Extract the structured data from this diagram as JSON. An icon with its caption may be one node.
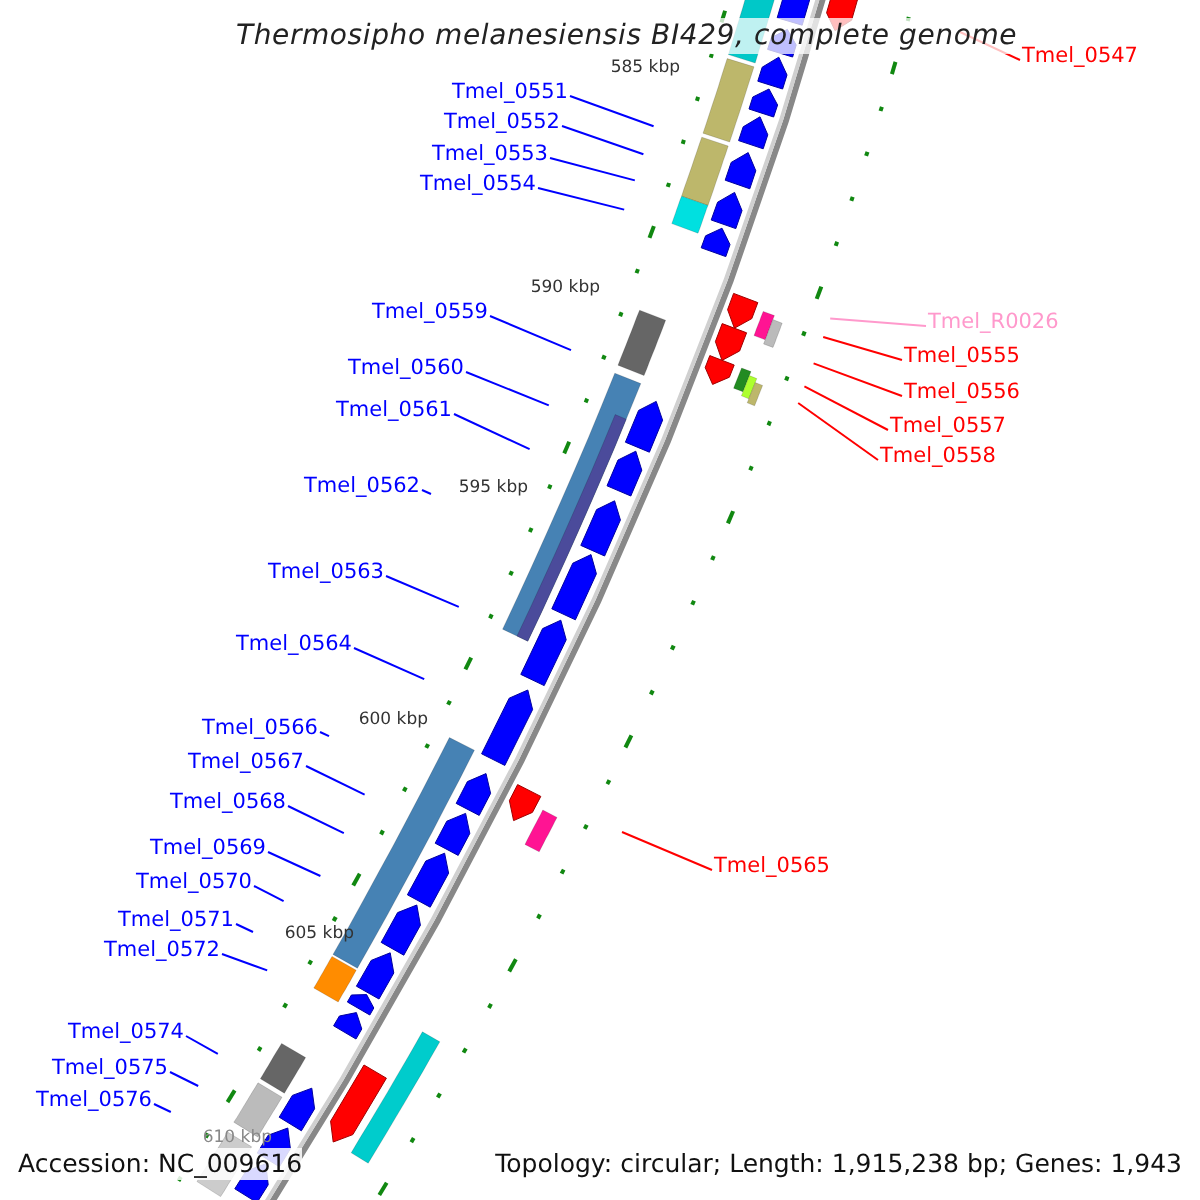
{
  "diagram": {
    "title": "Thermosipho melanesiensis BI429, complete genome",
    "nodes": [
      {
        "text": [
          "Tmel_0547"
        ]
      },
      {
        "text": [
          "Tmel_0551"
        ]
      },
      {
        "text": [
          "Tmel_0552"
        ]
      },
      {
        "text": [
          "Tmel_0553"
        ]
      },
      {
        "text": [
          "Tmel_0554"
        ]
      },
      {
        "text": [
          "Tmel_0559"
        ]
      },
      {
        "text": [
          "Tmel_R0026"
        ]
      },
      {
        "text": [
          "Tmel_0555"
        ]
      },
      {
        "text": [
          "Tmel_0556"
        ]
      },
      {
        "text": [
          "Tmel_0557"
        ]
      },
      {
        "text": [
          "Tmel_0558"
        ]
      },
      {
        "text": [
          "Tmel_0560"
        ]
      },
      {
        "text": [
          "Tmel_0561"
        ]
      },
      {
        "text": [
          "Tmel_0562"
        ]
      },
      {
        "text": [
          "Tmel_0563"
        ]
      },
      {
        "text": [
          "Tmel_0564"
        ]
      },
      {
        "text": [
          "Tmel_0566"
        ]
      },
      {
        "text": [
          "Tmel_0567"
        ]
      },
      {
        "text": [
          "Tmel_0568"
        ]
      },
      {
        "text": [
          "Tmel_0569"
        ]
      },
      {
        "text": [
          "Tmel_0565"
        ]
      },
      {
        "text": [
          "Tmel_0570"
        ]
      },
      {
        "text": [
          "Tmel_0571"
        ]
      },
      {
        "text": [
          "Tmel_0572"
        ]
      },
      {
        "text": [
          "Tmel_0574"
        ]
      },
      {
        "text": [
          "Tmel_0575"
        ]
      },
      {
        "text": [
          "Tmel_0576"
        ]
      }
    ],
    "edges": [
      {
        "from": 0,
        "to": null,
        "arrow": "none",
        "color": "#ff0000"
      },
      {
        "from": 1,
        "to": null,
        "arrow": "none"
      },
      {
        "from": 2,
        "to": null,
        "arrow": "none"
      },
      {
        "from": 3,
        "to": null,
        "arrow": "none"
      },
      {
        "from": 4,
        "to": null,
        "arrow": "none"
      },
      {
        "from": 5,
        "to": null,
        "arrow": "none"
      },
      {
        "from": 6,
        "to": null,
        "arrow": "none",
        "color": "#ff99cc"
      },
      {
        "from": 7,
        "to": null,
        "arrow": "none",
        "color": "#ff0000"
      },
      {
        "from": 8,
        "to": null,
        "arrow": "none",
        "color": "#ff0000"
      },
      {
        "from": 9,
        "to": null,
        "arrow": "none",
        "color": "#ff0000"
      },
      {
        "from": 10,
        "to": null,
        "arrow": "none",
        "color": "#ff0000"
      },
      {
        "from": 11,
        "to": null,
        "arrow": "none"
      },
      {
        "from": 12,
        "to": null,
        "arrow": "none"
      },
      {
        "from": 13,
        "to": null,
        "arrow": "none"
      },
      {
        "from": 14,
        "to": null,
        "arrow": "none"
      },
      {
        "from": 15,
        "to": null,
        "arrow": "none"
      },
      {
        "from": 16,
        "to": null,
        "arrow": "none"
      },
      {
        "from": 17,
        "to": null,
        "arrow": "none"
      },
      {
        "from": 18,
        "to": null,
        "arrow": "none"
      },
      {
        "from": 19,
        "to": null,
        "arrow": "none"
      },
      {
        "from": 20,
        "to": null,
        "arrow": "none",
        "color": "#ff0000"
      },
      {
        "from": 21,
        "to": null,
        "arrow": "none"
      },
      {
        "from": 22,
        "to": null,
        "arrow": "none"
      },
      {
        "from": 23,
        "to": null,
        "arrow": "none"
      },
      {
        "from": 24,
        "to": null,
        "arrow": "none"
      },
      {
        "from": 25,
        "to": null,
        "arrow": "none"
      },
      {
        "from": 26,
        "to": null,
        "arrow": "none"
      }
    ],
    "labels": [
      "585 kbp",
      "590 kbp",
      "595 kbp",
      "600 kbp",
      "605 kbp",
      "610 kbp",
      "Accession: NC_009616",
      "Topology: circular; Length: 1,915,238 bp; Genes: 1,943"
    ]
  }
}
